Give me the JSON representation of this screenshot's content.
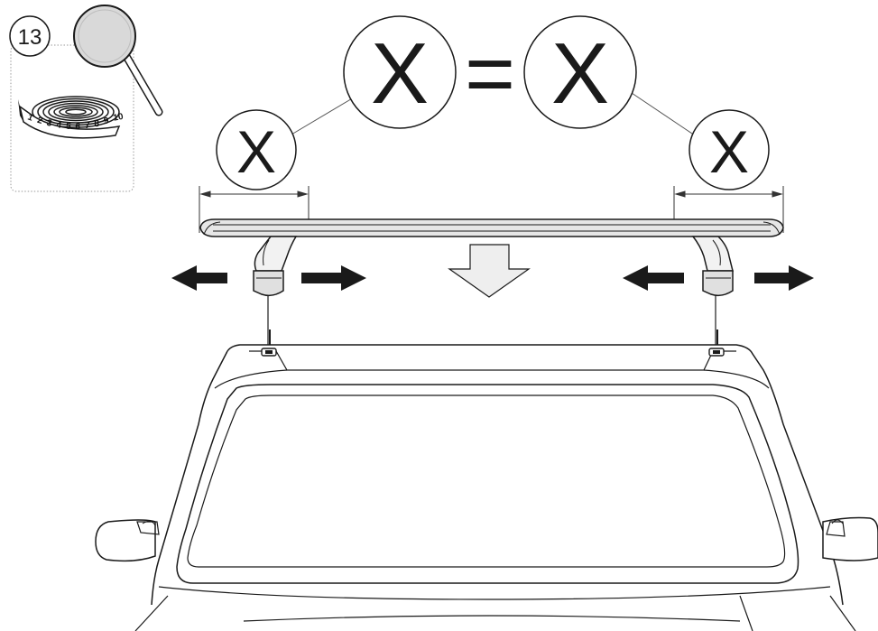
{
  "step": {
    "number": "13"
  },
  "tools": {
    "icons": [
      "magnifying-glass-icon",
      "measuring-tape-icon"
    ],
    "tape_numbers": [
      "1",
      "2",
      "3",
      "4",
      "5",
      "6",
      "7",
      "8",
      "9",
      "10"
    ]
  },
  "measurements": {
    "equation": {
      "left": "X",
      "equals": "=",
      "right": "X"
    },
    "left_overhang": "X",
    "right_overhang": "X"
  },
  "arrows": {
    "left_foot": [
      "arrow-left-icon",
      "arrow-right-icon"
    ],
    "center": "arrow-down-icon",
    "right_foot": [
      "arrow-left-icon",
      "arrow-right-icon"
    ]
  },
  "colors": {
    "stroke": "#1a1a1a",
    "bar_fill": "#e6e6e6",
    "lens_fill": "#d9d9d9",
    "down_arrow_fill": "#eeeeee"
  }
}
